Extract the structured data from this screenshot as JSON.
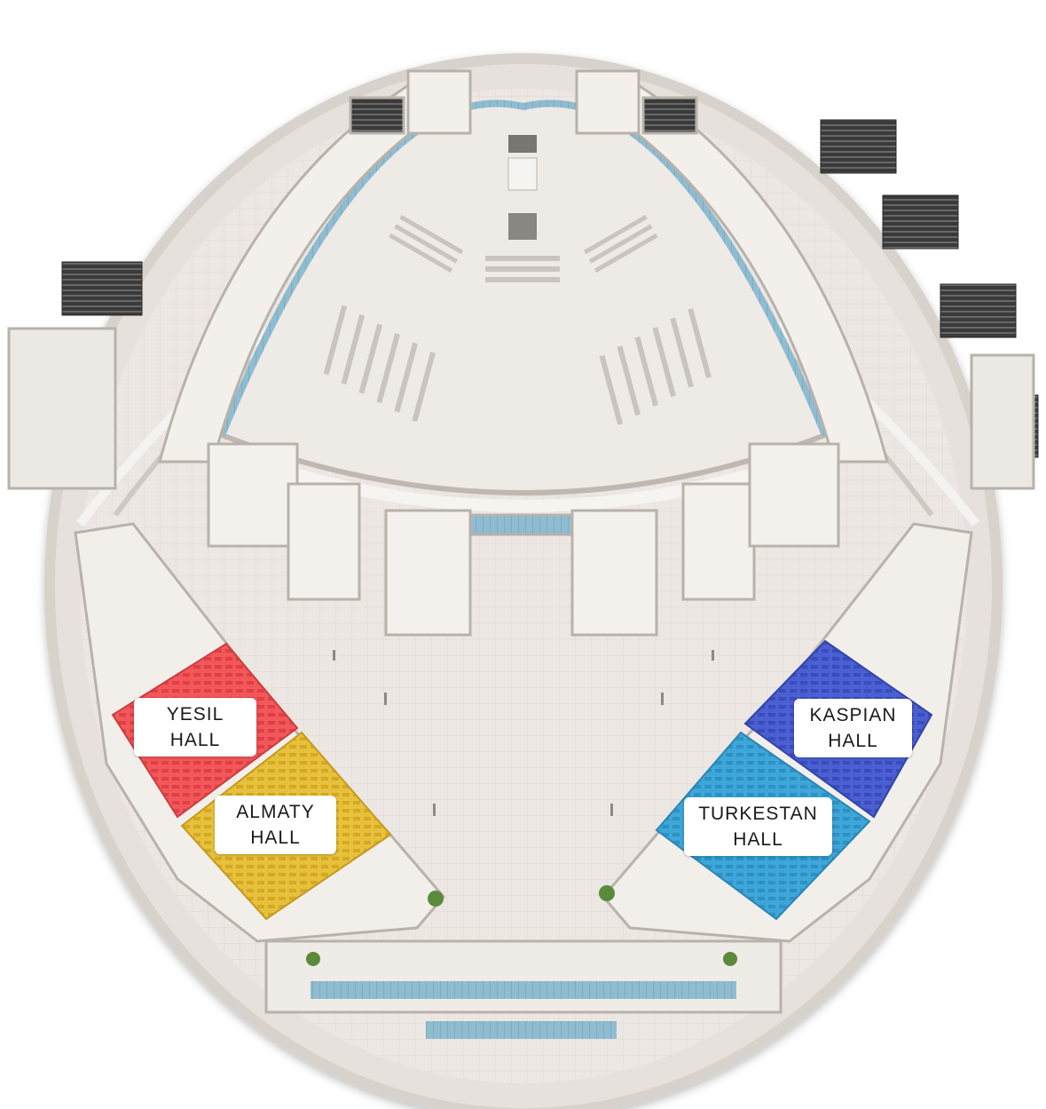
{
  "halls": [
    {
      "id": "yesil",
      "line1": "YESIL",
      "line2": "HALL",
      "color": "#f2575a"
    },
    {
      "id": "almaty",
      "line1": "ALMATY",
      "line2": "HALL",
      "color": "#e7c13c"
    },
    {
      "id": "kaspian",
      "line1": "KASPIAN",
      "line2": "HALL",
      "color": "#4a5fd1"
    },
    {
      "id": "turkestan",
      "line1": "TURKESTAN",
      "line2": "HALL",
      "color": "#3ea6d8"
    }
  ],
  "colors": {
    "floor": "#ece7e3",
    "outer_ring": "#e2ddd8",
    "wall": "#f7f5f2",
    "wall_shadow": "#b8b2ab",
    "glass": "#8fbcd0",
    "roof_unit": "#3a3a3a",
    "plant": "#5b8a3a"
  }
}
